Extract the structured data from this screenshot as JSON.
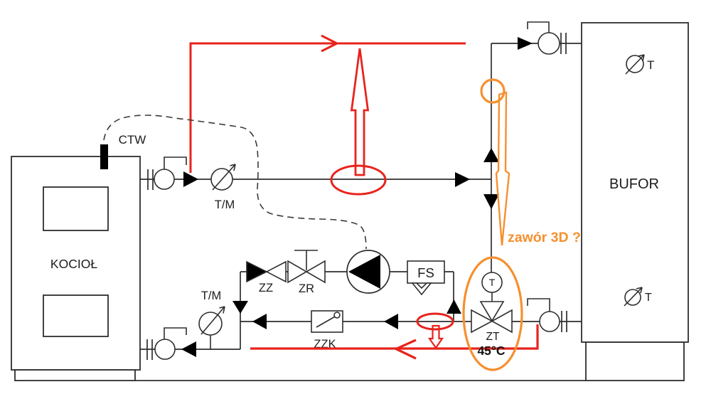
{
  "colors": {
    "red": "#e8231c",
    "orange": "#f6902f",
    "line": "#2e2e2e"
  },
  "equipment": {
    "boiler_label": "KOCIOŁ",
    "buffer_label": "BUFOR",
    "sensor_ctw": "CTW",
    "gauge_supply": "T/M",
    "gauge_return": "T/M",
    "valve_zz": "ZZ",
    "valve_zr": "ZR",
    "flow_switch": "FS",
    "check_valve_zzk": "ZZK",
    "valve_zt": "ZT",
    "valve_zt_setpoint": "45°C",
    "zt_thermo": "T",
    "buffer_sensor_top": "T",
    "buffer_sensor_bottom": "T"
  },
  "annotations": {
    "valve_3d_question": "zawór 3D ?"
  }
}
